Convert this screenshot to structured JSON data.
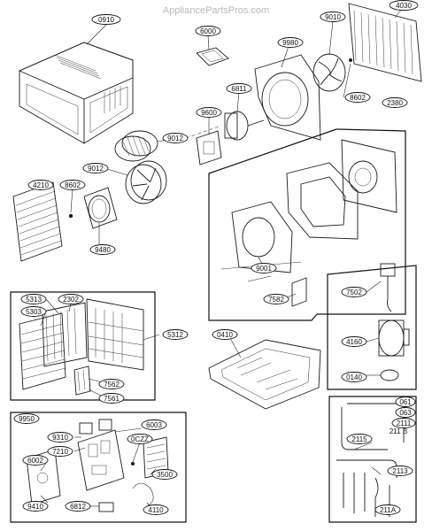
{
  "watermark": "AppliancePartsPros.com",
  "labels": {
    "l0910": "0910",
    "l6000": "6000",
    "l9010": "9010",
    "l4030": "4030",
    "l9980": "9980",
    "l6811": "6811",
    "l9600": "9600",
    "l8602a": "8602",
    "l2380": "2380",
    "l9012a": "9012",
    "l9012b": "9012",
    "l4210": "4210",
    "l8602b": "8602",
    "l9480": "9480",
    "l9001": "9001",
    "l7582": "7582",
    "l7502": "7502",
    "l4160": "4160",
    "l0140": "0140",
    "l5313": "5313",
    "l2302": "2302",
    "l5303": "5303",
    "l5312": "5312",
    "l0410": "0410",
    "l7562": "7562",
    "l7561": "7561",
    "l9950": "9950",
    "l6003": "6003",
    "l9310": "9310",
    "l7210": "7210",
    "l0czz": "0CZZ",
    "l6002": "6002",
    "l3500": "3500",
    "l9410": "9410",
    "l6812": "6812",
    "l4110": "4110",
    "l061": "061",
    "l063": "063",
    "l2111": "2111",
    "l211b": "211 B",
    "l2115": "2115",
    "l2113": "2113",
    "l211a": "211A"
  }
}
